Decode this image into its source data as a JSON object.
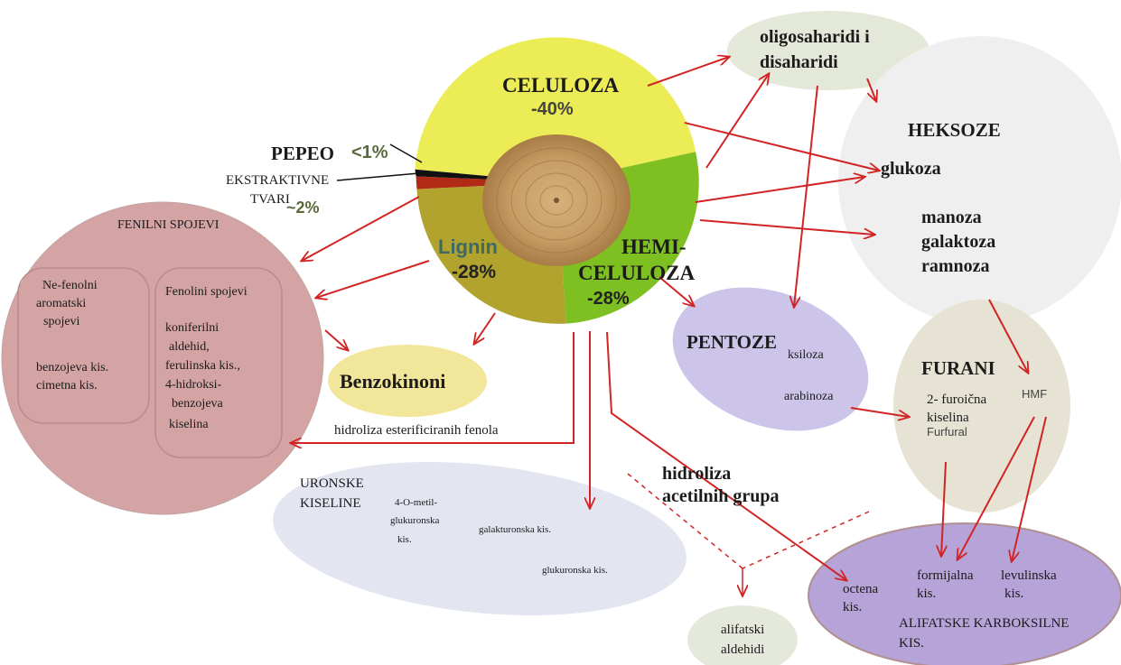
{
  "center": {
    "celuloza": "CELULOZA",
    "celuloza_pct": "-40%",
    "lignin": "Lignin",
    "lignin_pct": "-28%",
    "hemi": "HEMI-",
    "hemi2": "CELULOZA",
    "hemi_pct": "-28%"
  },
  "pepeo": {
    "label": "PEPEO",
    "pct": "<1%"
  },
  "ekstrakt": {
    "line1": "EKSTRAKTIVNE",
    "line2": "TVARI",
    "pct": "~2%"
  },
  "fenilni": {
    "title": "FENILNI SPOJEVI",
    "box1": [
      "Ne-fenolni",
      "aromatski",
      "spojevi",
      "benzojeva kis.",
      "cimetna kis."
    ],
    "box2": [
      "Fenolini spojevi",
      "koniferilni",
      "aldehid,",
      "ferulinska kis.,",
      "4-hidroksi-",
      "benzojeva",
      "kiselina"
    ]
  },
  "benzokinoni": "Benzokinoni",
  "hidroliza_fenola": "hidroliza esterificiranih fenola",
  "uronske": {
    "title1": "URONSKE",
    "title2": "KISELINE",
    "item1": [
      "4-O-metil-",
      "glukuronska",
      "kis."
    ],
    "item2": "galakturonska kis.",
    "item3": "glukuronska kis."
  },
  "oligo": {
    "line1": "oligosaharidi i",
    "line2": "disaharidi"
  },
  "heksoze": {
    "title": "HEKSOZE",
    "glukoza": "glukoza",
    "items": [
      "manoza",
      "galaktoza",
      "ramnoza"
    ]
  },
  "pentoze": {
    "title": "PENTOZE",
    "ksiloza": "ksiloza",
    "arabinoza": "arabinoza"
  },
  "furani": {
    "title": "FURANI",
    "furoicna": [
      "2- furoična",
      "kiselina"
    ],
    "furfural": "Furfural",
    "hmf": "HMF"
  },
  "acetil": {
    "line1": "hidroliza",
    "line2": "acetilnih grupa"
  },
  "alifatske": {
    "octena": [
      "octena",
      "kis."
    ],
    "formijalna": [
      "formijalna",
      "kis."
    ],
    "levulinska": [
      "levulinska",
      "kis."
    ],
    "title1": "ALIFATSKE KARBOKSILNE",
    "title2": "KIS."
  },
  "aldehidi": [
    "alifatski",
    "aldehidi"
  ],
  "colors": {
    "celuloza": "#ecec57",
    "hemi": "#7ebf22",
    "lignin": "#b2a22e",
    "arrow": "#d22424",
    "fenilni": "#d4a3a3",
    "pentoze": "#cdc4ea",
    "furani": "#e6e2d4",
    "alifatske": "#b6a3d8",
    "uronske": "#e3e6f1"
  }
}
